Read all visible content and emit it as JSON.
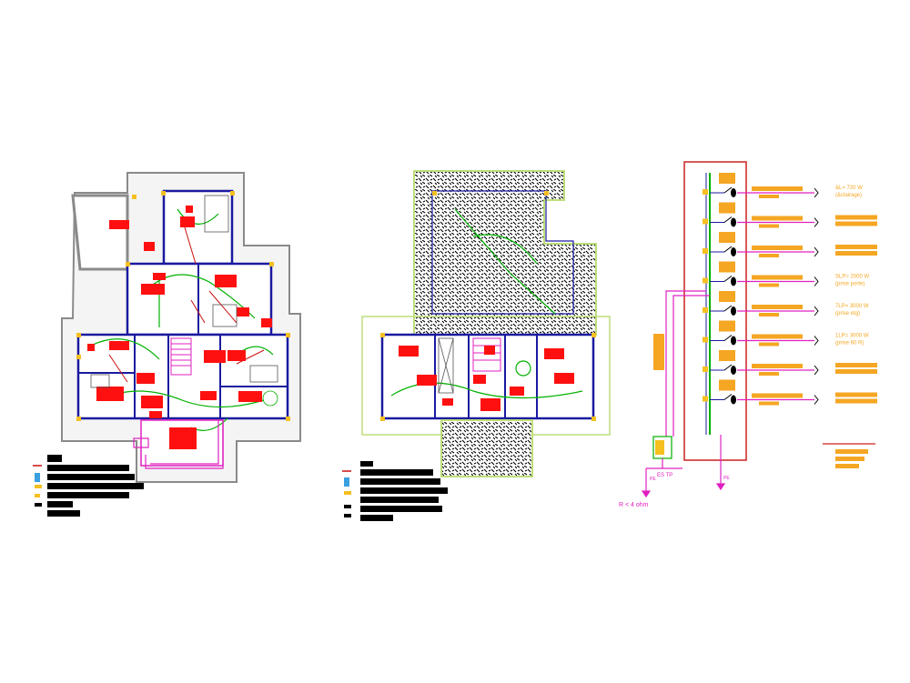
{
  "drawing": {
    "background_color": "#ffffff",
    "colors": {
      "wall": "#1a1aa0",
      "wall_outer": "#8a8a8a",
      "fixture": "#ff1010",
      "circuit_green": "#00b000",
      "conduit_magenta": "#e020c0",
      "panel_orange": "#f5a623",
      "panel_frame": "#cc2020",
      "legend_black": "#000000"
    },
    "panels": [
      {
        "name": "ground-floor-lighting-plan"
      },
      {
        "name": "upper-floor-roof-plan"
      },
      {
        "name": "distribution-board-diagram"
      }
    ],
    "single_line": {
      "rows": 8,
      "labels": [
        {
          "text": "&L= 720 W",
          "sub": "(&clairage)"
        },
        {
          "text": "",
          "sub": ""
        },
        {
          "text": "",
          "sub": ""
        },
        {
          "text": "SLP= 2000 W",
          "sub": "(prise porte)"
        },
        {
          "text": "7LP= 3000 W",
          "sub": "(prise etg)"
        },
        {
          "text": "1LP= 3000 W",
          "sub": "(prise 60 R)"
        },
        {
          "text": "",
          "sub": ""
        },
        {
          "text": "",
          "sub": ""
        }
      ],
      "earth_label": "R < 4 ohm",
      "earth_mark_left": "PE",
      "earth_mark_right": "PE",
      "earth_box_label": "ES TP"
    }
  }
}
